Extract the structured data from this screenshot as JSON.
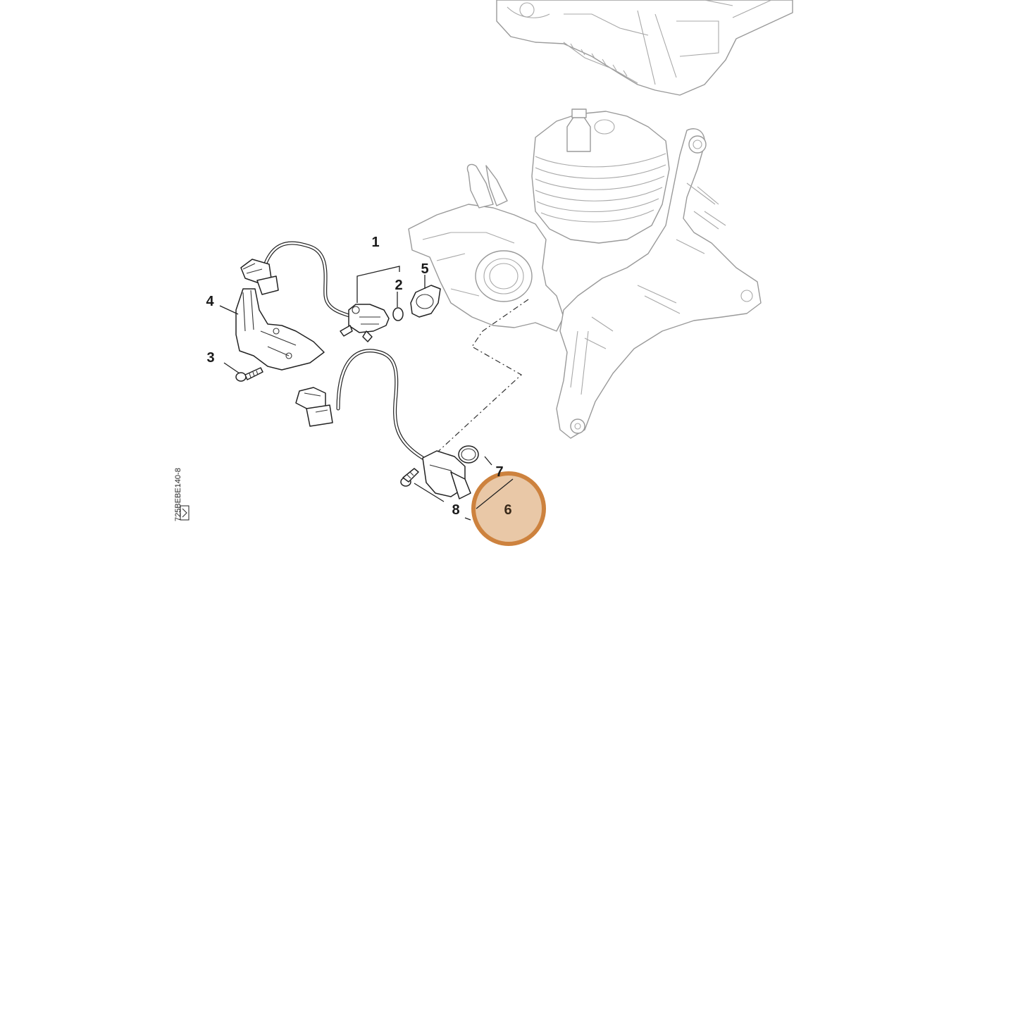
{
  "callouts": {
    "c1": "1",
    "c2": "2",
    "c3": "3",
    "c4": "4",
    "c5": "5",
    "c6": "6",
    "c7": "7",
    "c8": "8"
  },
  "doc_code": "725BEBE140-8",
  "highlight": {
    "label": "6",
    "fill": "#e8c4a0",
    "stroke": "#c9782e"
  }
}
